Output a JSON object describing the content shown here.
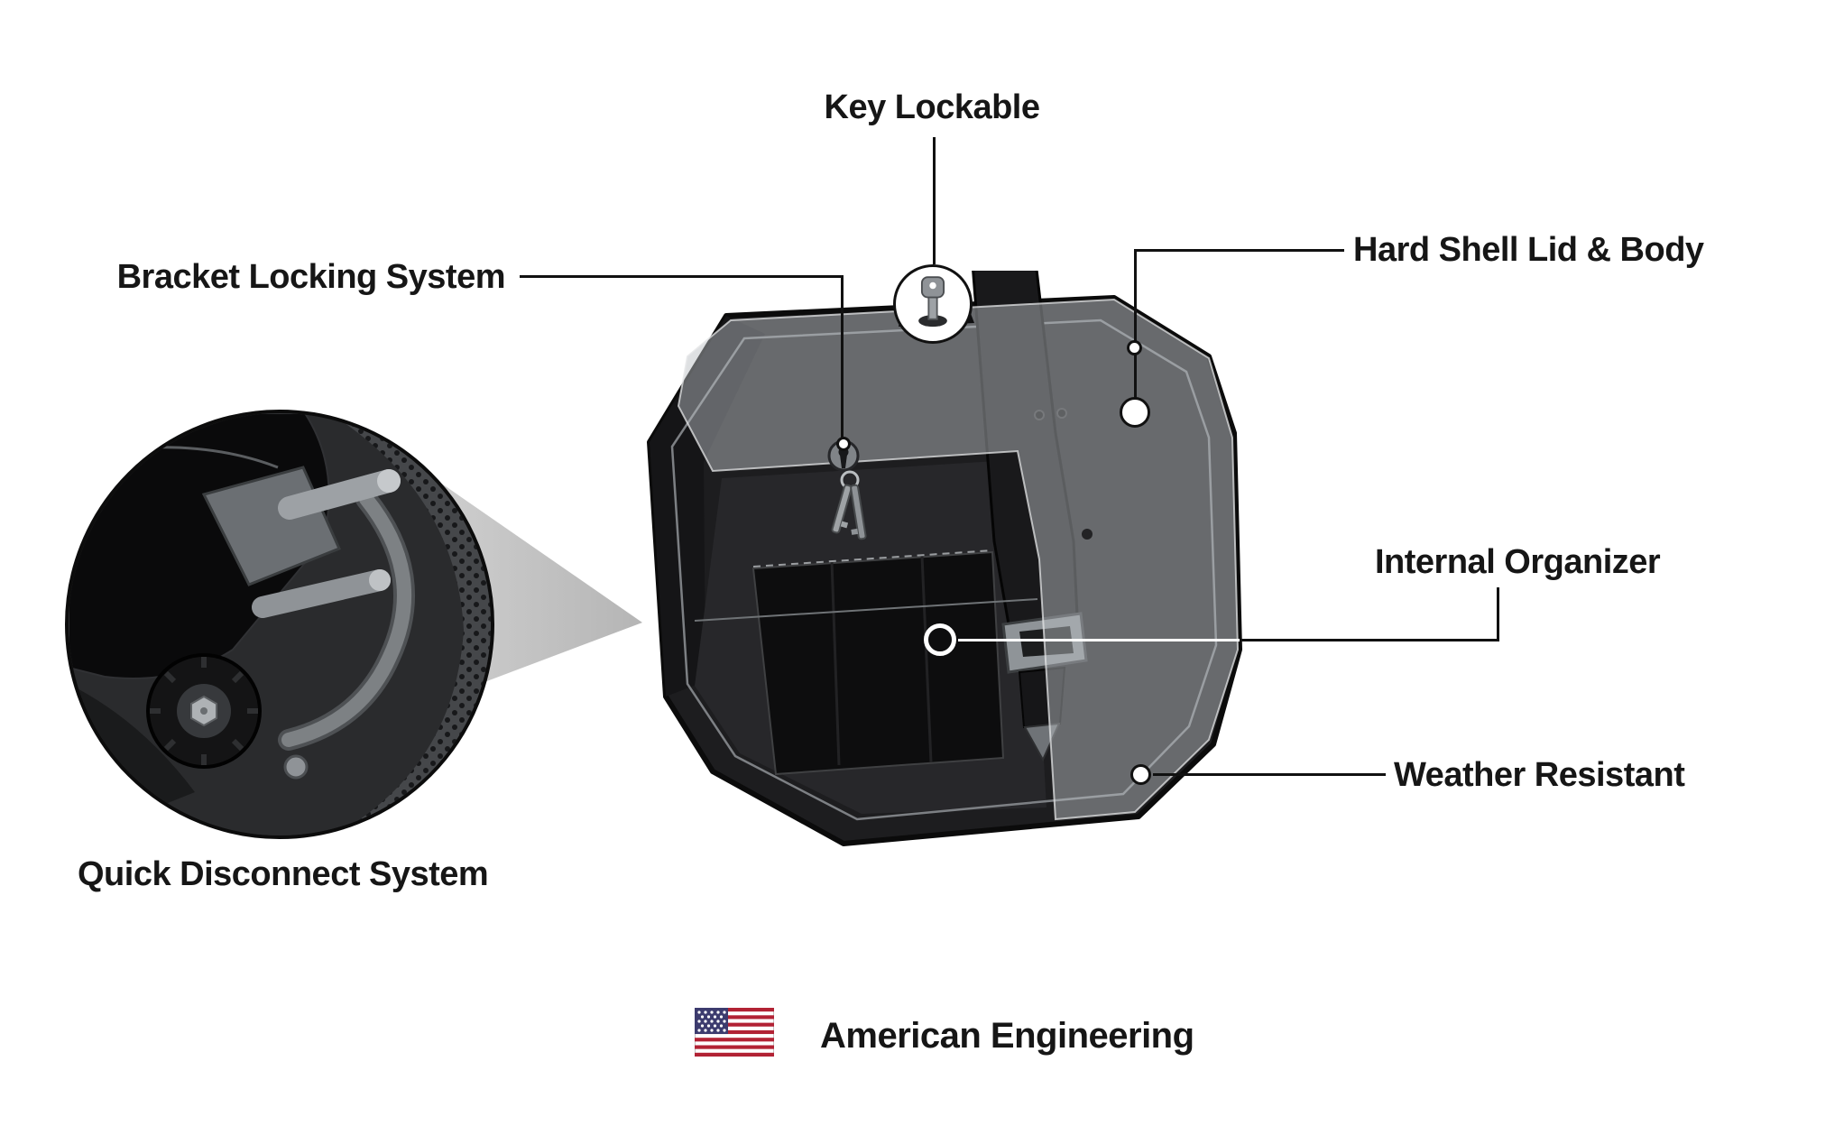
{
  "diagram": {
    "callouts": {
      "key_lockable": "Key Lockable",
      "bracket_locking_system": "Bracket Locking System",
      "hard_shell_lid_body": "Hard Shell Lid & Body",
      "internal_organizer": "Internal Organizer",
      "weather_resistant": "Weather Resistant",
      "quick_disconnect_system": "Quick Disconnect System"
    },
    "footer": {
      "text": "American Engineering"
    },
    "icons": {
      "flag": "us-flag-icon",
      "key": "key-icon",
      "keyhole": "keyhole-icon"
    },
    "colors": {
      "background": "#ffffff",
      "text": "#161616",
      "callout_line": "#111111",
      "bag_body": "#1d1d1f",
      "bag_lid": "#b9bec2",
      "cone": "#c9c9c9",
      "flag_red": "#b22234",
      "flag_blue": "#3c3b6e"
    }
  }
}
